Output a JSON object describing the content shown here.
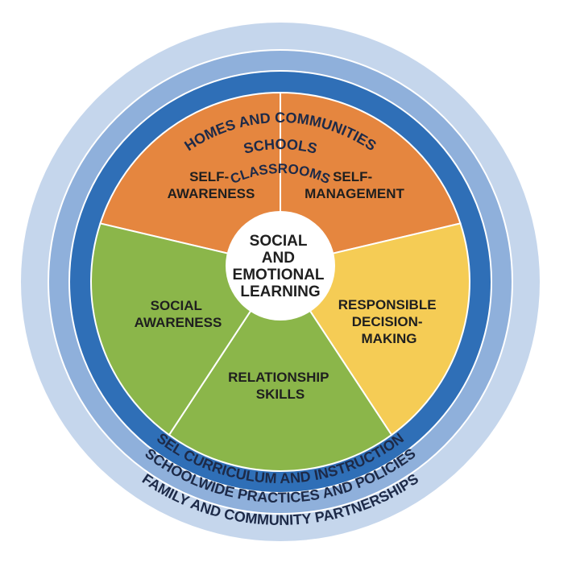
{
  "outer_ring": {
    "top_label": "HOMES AND COMMUNITIES",
    "bottom_label": "FAMILY AND COMMUNITY PARTNERSHIPS",
    "color": "#c5d6ec"
  },
  "middle_ring": {
    "top_label": "SCHOOLS",
    "bottom_label": "SCHOOLWIDE PRACTICES AND POLICIES",
    "color": "#8fb0db"
  },
  "inner_ring": {
    "top_label": "CLASSROOMS",
    "bottom_label": "SEL CURRICULUM AND INSTRUCTION",
    "color": "#2f6fb7"
  },
  "center": {
    "line1": "SOCIAL",
    "line2": "AND",
    "line3": "EMOTIONAL",
    "line4": "LEARNING",
    "color": "#ffffff"
  },
  "competencies": [
    {
      "line1": "SELF-",
      "line2": "AWARENESS",
      "color": "#e5863f"
    },
    {
      "line1": "SELF-",
      "line2": "MANAGEMENT",
      "color": "#e5863f"
    },
    {
      "line1": "RESPONSIBLE",
      "line2": "DECISION-",
      "line3": "MAKING",
      "color": "#f5cc55"
    },
    {
      "line1": "RELATIONSHIP",
      "line2": "SKILLS",
      "color": "#8bb64a"
    },
    {
      "line1": "SOCIAL",
      "line2": "AWARENESS",
      "color": "#8bb64a"
    }
  ]
}
